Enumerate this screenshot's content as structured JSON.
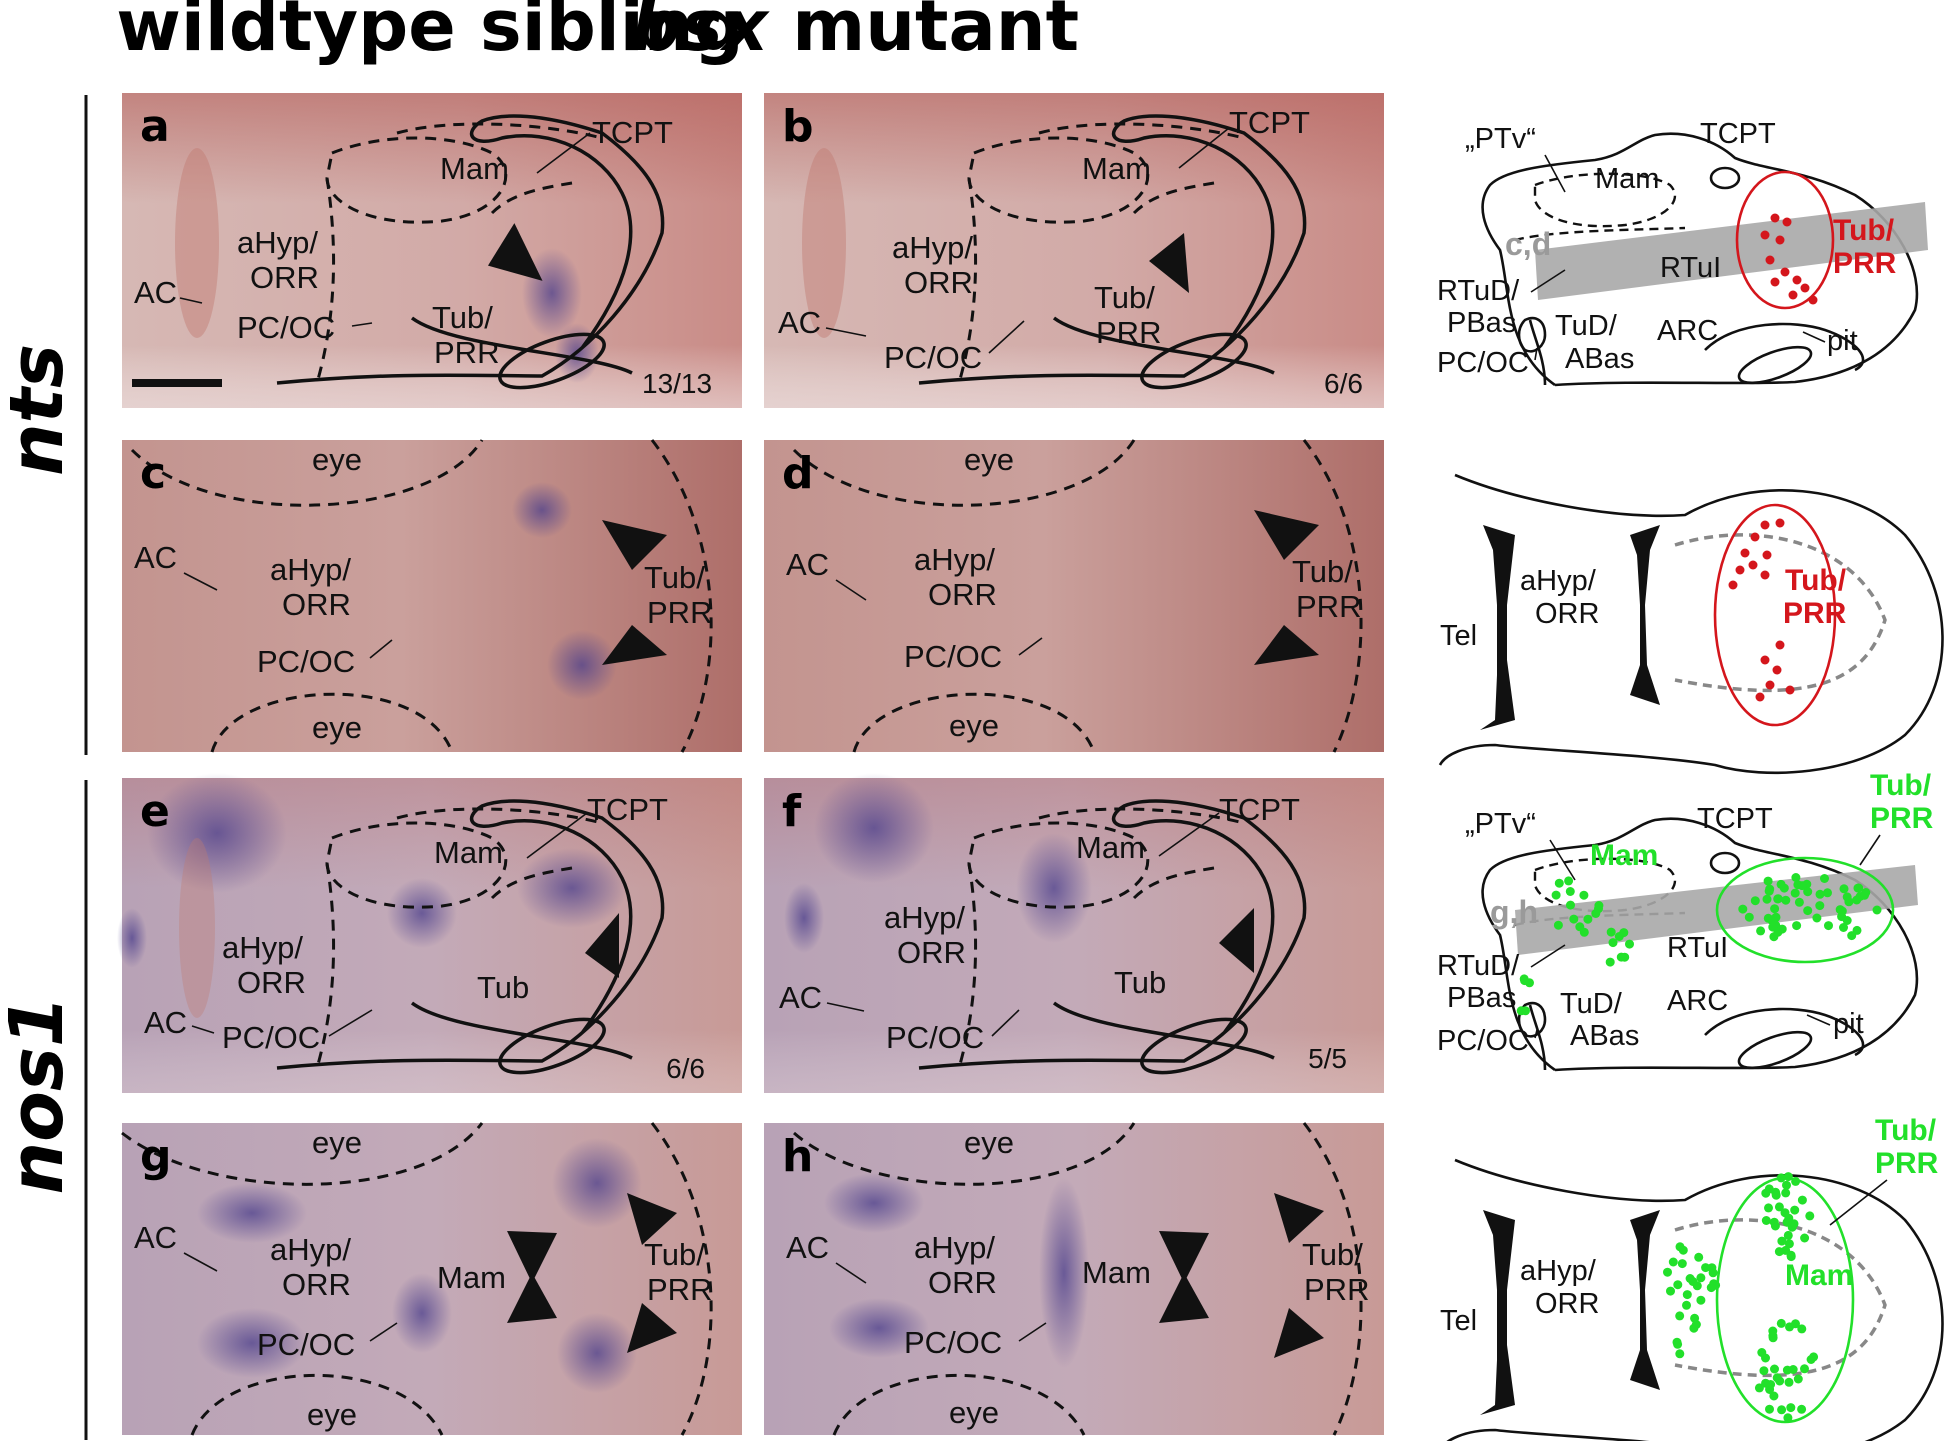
{
  "columns": {
    "wildtype": "wildtype sibling",
    "mutant_gene": "bsx",
    "mutant_word": " mutant"
  },
  "rows": {
    "top": "nts",
    "bottom": "nos1"
  },
  "panels": {
    "a": {
      "letter": "a",
      "count": "13/13",
      "labels": {
        "tcpt": "TCPT",
        "mam": "Mam",
        "ahyp1": "aHyp/",
        "ahyp2": "ORR",
        "ac": "AC",
        "tub1": "Tub/",
        "tub2": "PRR",
        "pcoc": "PC/OC"
      }
    },
    "b": {
      "letter": "b",
      "count": "6/6",
      "labels": {
        "tcpt": "TCPT",
        "mam": "Mam",
        "ahyp1": "aHyp/",
        "ahyp2": "ORR",
        "ac": "AC",
        "tub1": "Tub/",
        "tub2": "PRR",
        "pcoc": "PC/OC"
      }
    },
    "c": {
      "letter": "c",
      "labels": {
        "eye_top": "eye",
        "eye_bot": "eye",
        "ac": "AC",
        "ahyp1": "aHyp/",
        "ahyp2": "ORR",
        "pcoc": "PC/OC",
        "tub1": "Tub/",
        "tub2": "PRR"
      }
    },
    "d": {
      "letter": "d",
      "labels": {
        "eye_top": "eye",
        "eye_bot": "eye",
        "ac": "AC",
        "ahyp1": "aHyp/",
        "ahyp2": "ORR",
        "pcoc": "PC/OC",
        "tub1": "Tub/",
        "tub2": "PRR"
      }
    },
    "e": {
      "letter": "e",
      "count": "6/6",
      "labels": {
        "tcpt": "TCPT",
        "mam": "Mam",
        "ahyp1": "aHyp/",
        "ahyp2": "ORR",
        "ac": "AC",
        "tub": "Tub",
        "pcoc": "PC/OC"
      }
    },
    "f": {
      "letter": "f",
      "count": "5/5",
      "labels": {
        "tcpt": "TCPT",
        "mam": "Mam",
        "ahyp1": "aHyp/",
        "ahyp2": "ORR",
        "ac": "AC",
        "tub": "Tub",
        "pcoc": "PC/OC"
      }
    },
    "g": {
      "letter": "g",
      "labels": {
        "eye_top": "eye",
        "eye_bot": "eye",
        "ac": "AC",
        "ahyp1": "aHyp/",
        "ahyp2": "ORR",
        "pcoc": "PC/OC",
        "mam": "Mam",
        "tub1": "Tub/",
        "tub2": "PRR"
      }
    },
    "h": {
      "letter": "h",
      "labels": {
        "eye_top": "eye",
        "eye_bot": "eye",
        "ac": "AC",
        "ahyp1": "aHyp/",
        "ahyp2": "ORR",
        "pcoc": "PC/OC",
        "mam": "Mam",
        "tub1": "Tub/",
        "tub2": "PRR"
      }
    }
  },
  "schematic_top": {
    "ptv": "„PTv“",
    "mam": "Mam",
    "tcpt": "TCPT",
    "cd": "c,d",
    "rtul": "RTuI",
    "rtud1": "RTuD/",
    "rtud2": "PBas",
    "tud1": "TuD/",
    "tud2": "ABas",
    "arc": "ARC",
    "pit": "pit",
    "pcoc": "PC/OC",
    "tub1": "Tub/",
    "tub2": "PRR"
  },
  "schematic_c": {
    "tel": "Tel",
    "ahyp1": "aHyp/",
    "ahyp2": "ORR",
    "tub1": "Tub/",
    "tub2": "PRR"
  },
  "schematic_e": {
    "ptv": "„PTv“",
    "mam": "Mam",
    "tcpt": "TCPT",
    "gh": "g,h",
    "rtul": "RTuI",
    "rtud1": "RTuD/",
    "rtud2": "PBas",
    "tud1": "TuD/",
    "tud2": "ABas",
    "arc": "ARC",
    "pit": "pit",
    "pcoc": "PC/OC",
    "tub1": "Tub/",
    "tub2": "PRR"
  },
  "schematic_g": {
    "tel": "Tel",
    "ahyp1": "aHyp/",
    "ahyp2": "ORR",
    "tub1": "Tub/",
    "tub2": "PRR",
    "mam": "Mam"
  },
  "colors": {
    "nts_marker": "#d4161c",
    "nos1_marker": "#22e02a",
    "plane_band": "#a8a8a8",
    "background_tissue": "#c9a6a1"
  }
}
